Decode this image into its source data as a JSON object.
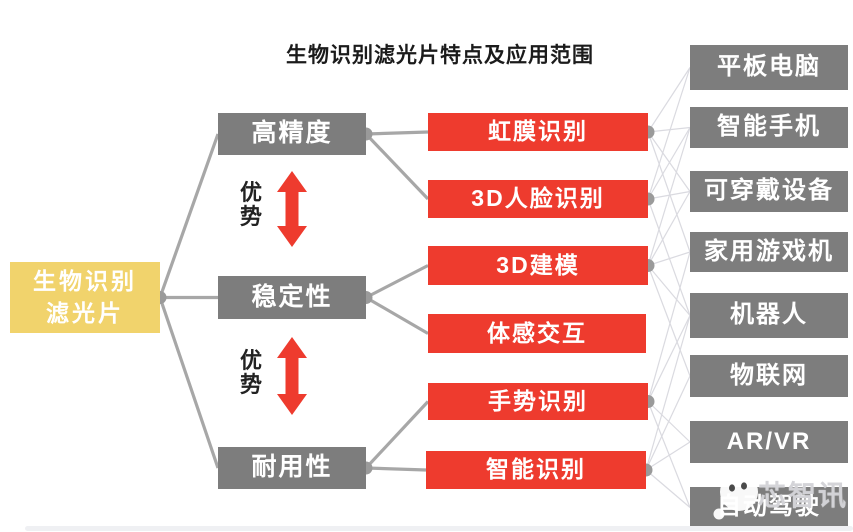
{
  "title": "生物识别滤光片特点及应用范围",
  "root": {
    "id": "root",
    "label": "生物识别\n滤光片"
  },
  "advantages": [
    {
      "label": "优\n势"
    },
    {
      "label": "优\n势"
    }
  ],
  "features": [
    {
      "id": "accuracy",
      "label": "高精度"
    },
    {
      "id": "stability",
      "label": "稳定性"
    },
    {
      "id": "durability",
      "label": "耐用性"
    }
  ],
  "capabilities": [
    {
      "id": "iris",
      "label": "虹膜识别"
    },
    {
      "id": "face3d",
      "label": "3D人脸识别"
    },
    {
      "id": "model3d",
      "label": "3D建模"
    },
    {
      "id": "motion",
      "label": "体感交互"
    },
    {
      "id": "gesture",
      "label": "手势识别"
    },
    {
      "id": "smart",
      "label": "智能识别"
    }
  ],
  "applications": [
    {
      "id": "tablet",
      "label": "平板电脑"
    },
    {
      "id": "phone",
      "label": "智能手机"
    },
    {
      "id": "wearable",
      "label": "可穿戴设备"
    },
    {
      "id": "console",
      "label": "家用游戏机"
    },
    {
      "id": "robot",
      "label": "机器人"
    },
    {
      "id": "iot",
      "label": "物联网"
    },
    {
      "id": "arvr",
      "label": "AR/VR"
    },
    {
      "id": "autodrive",
      "label": "自动驾驶"
    }
  ],
  "connections": {
    "trunk": [
      [
        "root",
        "accuracy"
      ],
      [
        "root",
        "stability"
      ],
      [
        "root",
        "durability"
      ],
      [
        "accuracy",
        "iris"
      ],
      [
        "accuracy",
        "face3d"
      ],
      [
        "stability",
        "model3d"
      ],
      [
        "stability",
        "motion"
      ],
      [
        "durability",
        "gesture"
      ],
      [
        "durability",
        "smart"
      ]
    ],
    "thin": [
      [
        "iris",
        "tablet"
      ],
      [
        "iris",
        "phone"
      ],
      [
        "iris",
        "wearable"
      ],
      [
        "iris",
        "console"
      ],
      [
        "face3d",
        "tablet"
      ],
      [
        "face3d",
        "phone"
      ],
      [
        "face3d",
        "wearable"
      ],
      [
        "face3d",
        "robot"
      ],
      [
        "model3d",
        "phone"
      ],
      [
        "model3d",
        "wearable"
      ],
      [
        "model3d",
        "console"
      ],
      [
        "model3d",
        "robot"
      ],
      [
        "model3d",
        "iot"
      ],
      [
        "gesture",
        "console"
      ],
      [
        "gesture",
        "robot"
      ],
      [
        "gesture",
        "arvr"
      ],
      [
        "gesture",
        "autodrive"
      ],
      [
        "smart",
        "robot"
      ],
      [
        "smart",
        "iot"
      ],
      [
        "smart",
        "arvr"
      ],
      [
        "smart",
        "autodrive"
      ]
    ],
    "dotted_nodes": [
      "root",
      "accuracy",
      "stability",
      "durability",
      "iris",
      "face3d",
      "model3d",
      "gesture",
      "smart"
    ]
  },
  "watermark": {
    "text": "芯智讯"
  },
  "colors": {
    "red": "#ee3b2e",
    "gray": "#7d7d7d",
    "yellow": "#f1d36c",
    "trunk_line": "#a7a7a7",
    "thin_line": "#dadae0",
    "dot": "#9a9a9a"
  }
}
